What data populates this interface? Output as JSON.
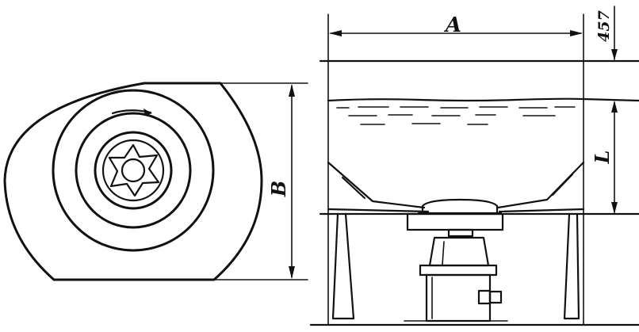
{
  "labels": {
    "A": "A",
    "B": "B",
    "L": "L",
    "dim_457": "457"
  },
  "colors": {
    "ink": "#111111",
    "background": "#ffffff"
  }
}
